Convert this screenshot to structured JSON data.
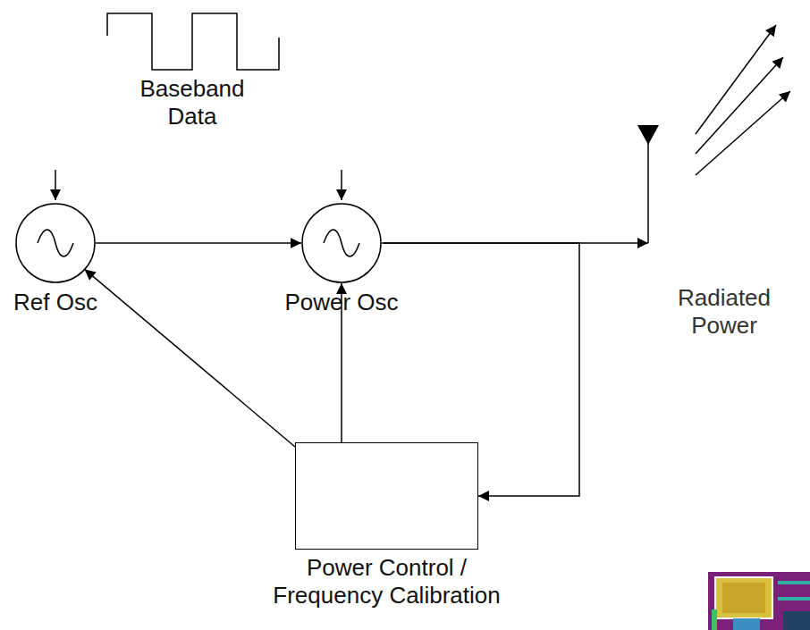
{
  "diagram": {
    "nodes": [
      {
        "text": [
          "Ref Osc"
        ]
      },
      {
        "text": [
          "Power Osc"
        ]
      },
      {
        "text": [
          "Power Control / Frequency Calibration"
        ]
      }
    ],
    "edges": [
      {
        "from": 0,
        "to": 1,
        "arrow": "to"
      },
      {
        "from": 1,
        "to": 2,
        "arrow": "to"
      },
      {
        "from": 2,
        "to": 1,
        "arrow": "to"
      },
      {
        "from": 2,
        "to": 0,
        "arrow": "to"
      }
    ],
    "labels": [
      "Baseband Data",
      "Radiated Power"
    ]
  }
}
